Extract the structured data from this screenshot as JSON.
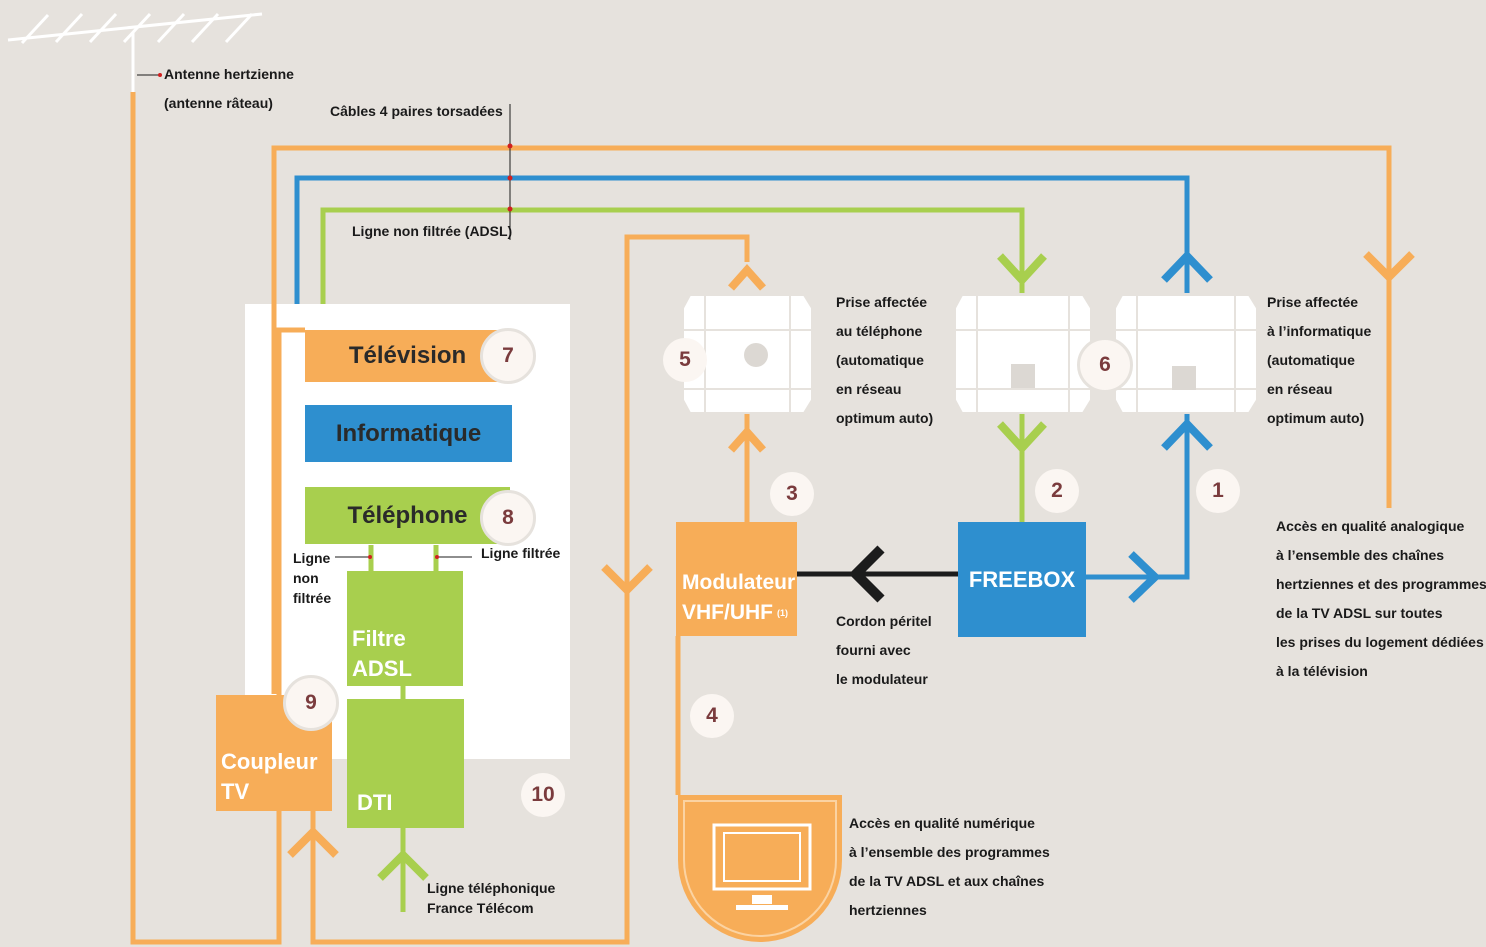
{
  "colors": {
    "background": "#e6e2dd",
    "orange": "#f7ad58",
    "blue": "#2e8fcf",
    "green": "#a8cf4e",
    "black": "#1c1c1c",
    "number_text": "#7a3b3d"
  },
  "antenna": {
    "name_line1": "Antenne hertzienne",
    "name_line2": "(antenne râteau)",
    "icon": "antenna-icon"
  },
  "cable_label": "Câbles 4 paires torsadées",
  "unfiltered_adsl_label": "Ligne non filtrée (ADSL)",
  "panel": {
    "television": "Télévision",
    "informatique": "Informatique",
    "telephone": "Téléphone",
    "adsl_filter": "Filtre ADSL",
    "dti": "DTI",
    "tv_coupler_line1": "Coupleur",
    "tv_coupler_line2": "TV",
    "unfiltered_line": [
      "Ligne",
      "non",
      "filtrée"
    ],
    "filtered_line": "Ligne filtrée"
  },
  "numbers": {
    "n1": "1",
    "n2": "2",
    "n3": "3",
    "n4": "4",
    "n5": "5",
    "n6": "6",
    "n7": "7",
    "n8": "8",
    "n9": "9",
    "n10": "10"
  },
  "modulator": {
    "line1": "Modulateur",
    "line2": "VHF/UHF",
    "footnote": "(1)"
  },
  "freebox": {
    "label": "FREEBOX"
  },
  "scart": [
    "Cordon péritel",
    "fourni avec",
    "le modulateur"
  ],
  "phone_socket": [
    "Prise affectée",
    "au téléphone",
    "(automatique",
    "en réseau",
    "optimum auto)"
  ],
  "computer_socket": [
    "Prise affectée",
    "à l’informatique",
    "(automatique",
    "en réseau",
    "optimum auto)"
  ],
  "analog_access": [
    "Accès en qualité analogique",
    "à l’ensemble des chaînes",
    "hertziennes et des programmes",
    "de la TV ADSL sur toutes",
    "les prises du logement dédiées",
    "à la télévision"
  ],
  "digital_access": [
    "Accès en qualité numérique",
    "à l’ensemble des programmes",
    "de la TV ADSL et aux chaînes",
    "hertziennes"
  ],
  "phone_line": [
    "Ligne téléphonique",
    "France Télécom"
  ]
}
